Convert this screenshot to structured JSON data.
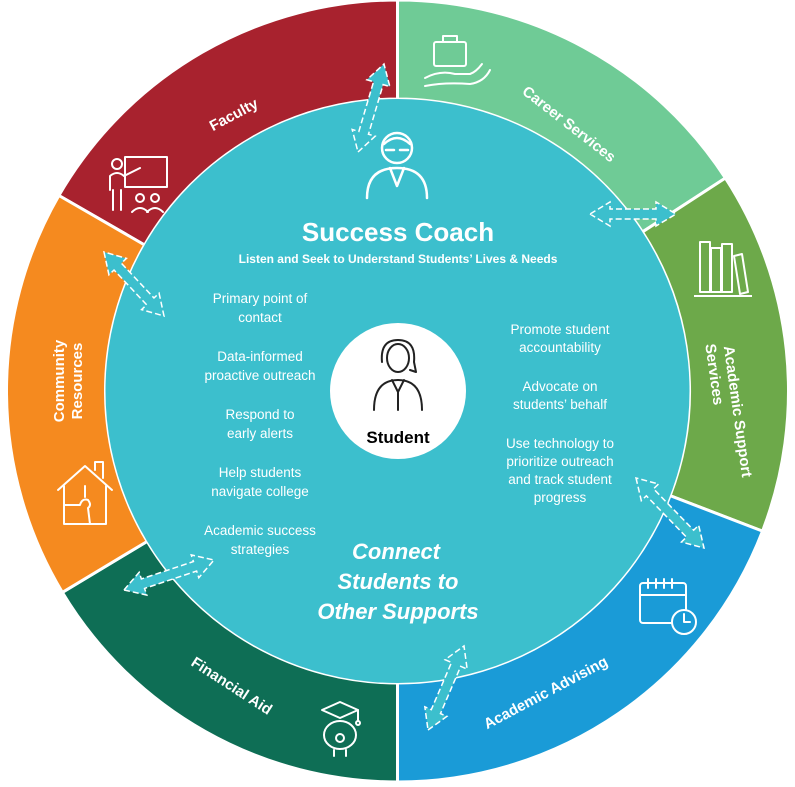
{
  "center": {
    "title": "Success Coach",
    "subtitle": "Listen and Seek to Understand Students’ Lives & Needs",
    "left_items": [
      [
        "Primary point of",
        "contact"
      ],
      [
        "Data-informed",
        "proactive outreach"
      ],
      [
        "Respond to",
        "early alerts"
      ],
      [
        "Help students",
        "navigate college"
      ],
      [
        "Academic success",
        "strategies"
      ]
    ],
    "right_items": [
      [
        "Promote student",
        "accountability"
      ],
      [
        "Advocate on",
        "students’ behalf"
      ],
      [
        "Use technology to",
        "prioritize outreach",
        "and track student",
        "progress"
      ]
    ],
    "connect_lines": [
      "Connect",
      "Students to",
      "Other Supports"
    ],
    "student_label": "Student"
  },
  "segments": [
    {
      "key": "faculty",
      "lines": [
        "Faculty"
      ],
      "color": "#A8222E",
      "icon": "teacher-presentation-icon"
    },
    {
      "key": "career",
      "lines": [
        "Career Services"
      ],
      "color": "#6FCB96",
      "icon": "hand-briefcase-icon"
    },
    {
      "key": "academic-support",
      "lines": [
        "Academic Support",
        "Services"
      ],
      "color": "#6DA94A",
      "icon": "books-icon"
    },
    {
      "key": "advising",
      "lines": [
        "Academic Advising"
      ],
      "color": "#1A9BD7",
      "icon": "calendar-clock-icon"
    },
    {
      "key": "financial-aid",
      "lines": [
        "Financial Aid"
      ],
      "color": "#0E6E55",
      "icon": "graduation-piggy-bank-icon"
    },
    {
      "key": "community",
      "lines": [
        "Community",
        "Resources"
      ],
      "color": "#F58A1F",
      "icon": "house-puzzle-icon"
    }
  ],
  "colors": {
    "center_fill": "#3CBFCD",
    "student_circle": "#ffffff"
  }
}
